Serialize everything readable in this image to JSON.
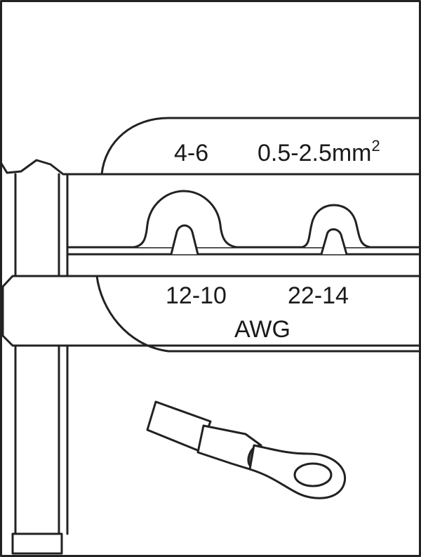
{
  "die_upper": {
    "range_a": "4-6",
    "range_b": "0.5-2.5mm",
    "range_b_sup": "2"
  },
  "die_lower": {
    "range_a": "12-10",
    "range_b": "22-14",
    "unit": "AWG"
  },
  "colors": {
    "stroke": "#222222",
    "fill": "#ffffff",
    "inner_gray": "#e8e8e8"
  }
}
